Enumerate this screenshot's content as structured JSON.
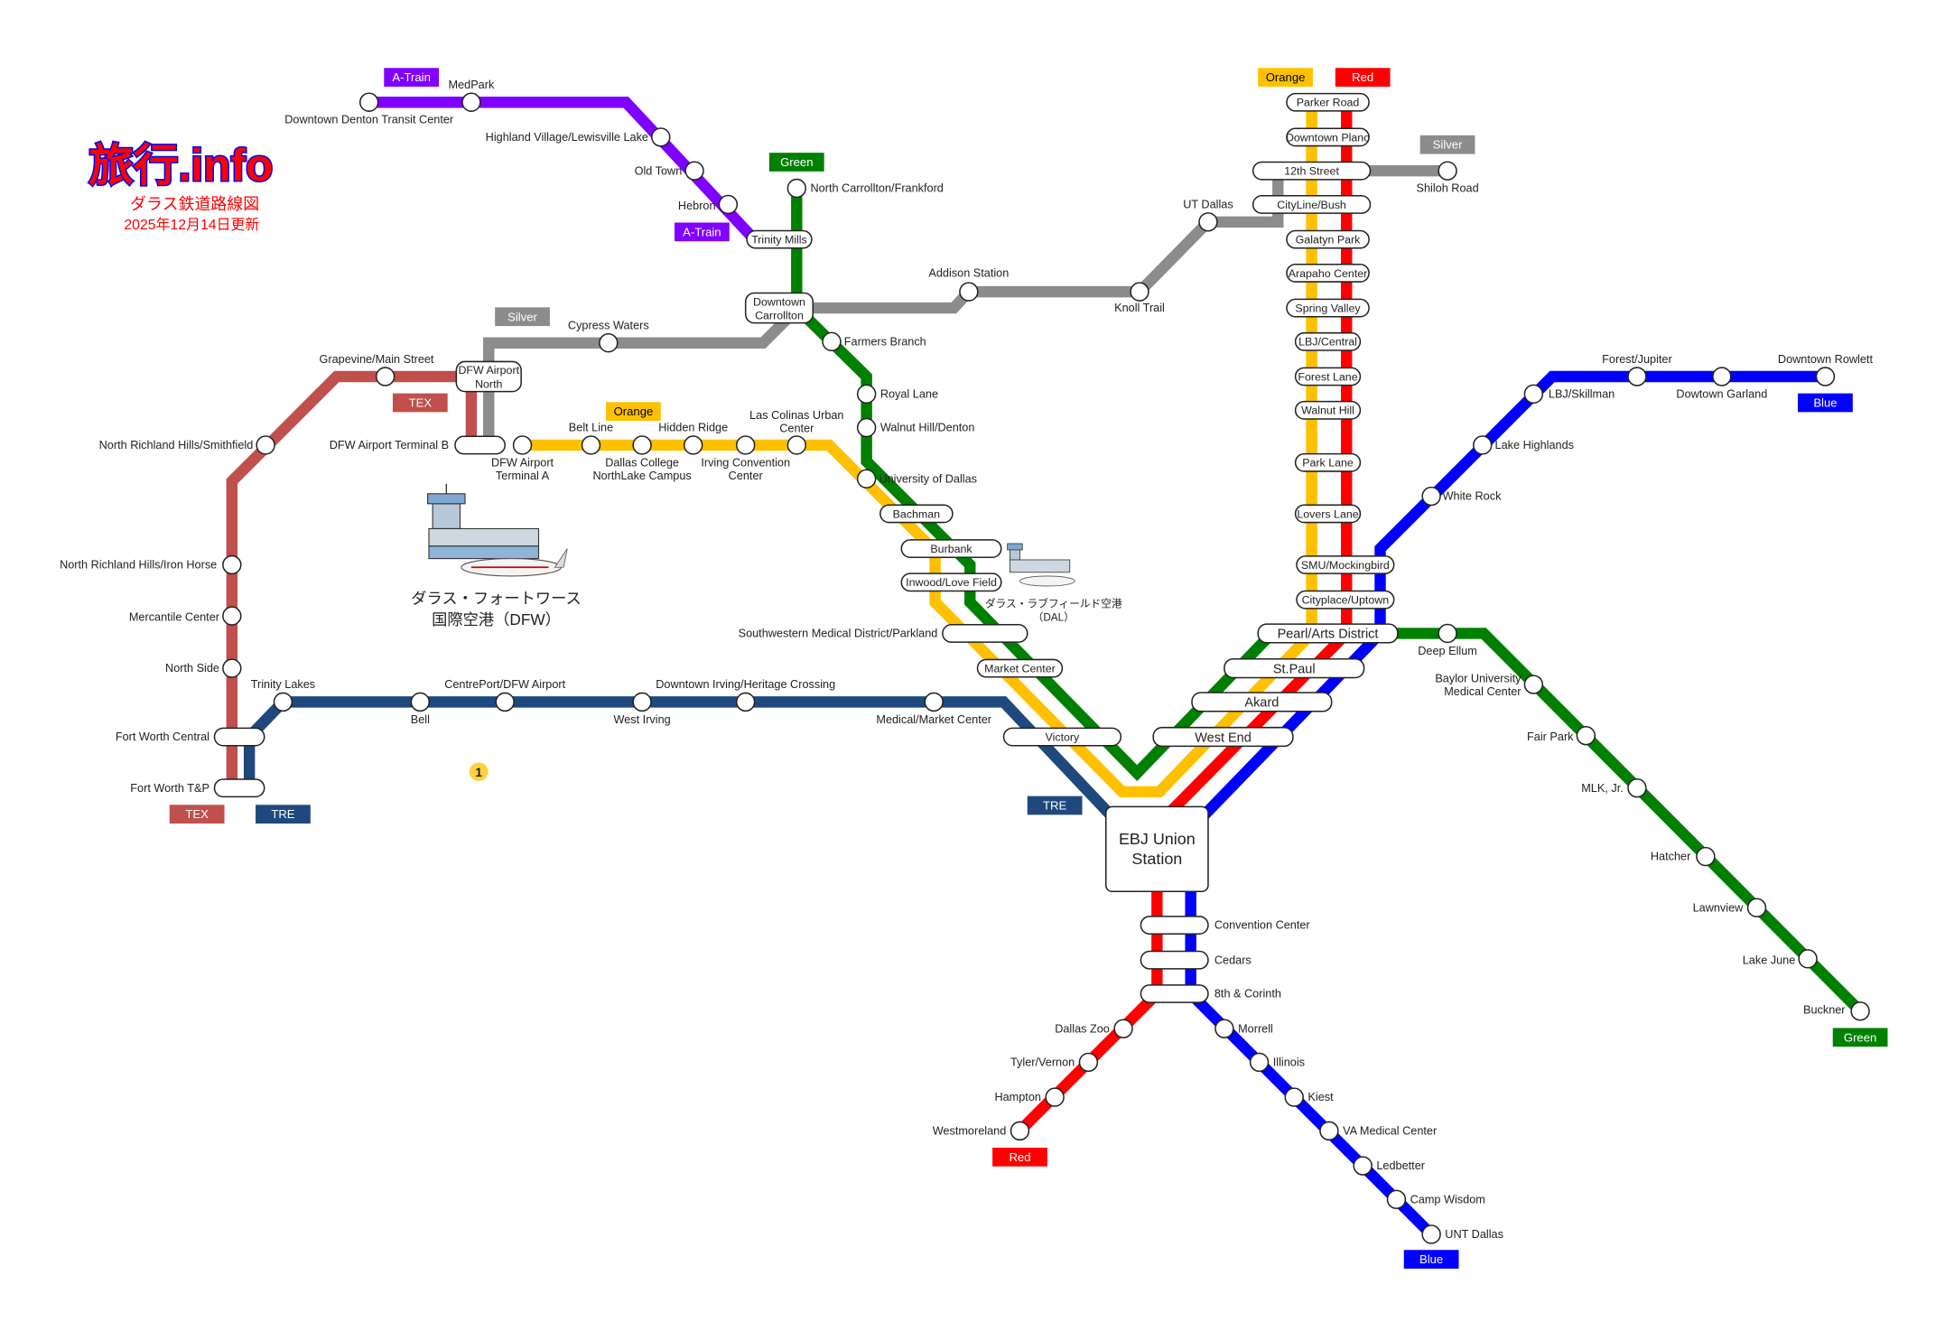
{
  "logo": {
    "brand": "旅行.info",
    "title": "ダラス鉄道路線図",
    "updated": "2025年12月14日更新"
  },
  "colors": {
    "atrain": "#8000FF",
    "green": "#008000",
    "orange": "#FFC000",
    "red": "#FF0000",
    "blue": "#0000FF",
    "silver": "#8C8C8C",
    "tex": "#C0504D",
    "tre": "#1F497D"
  },
  "badges": [
    {
      "label": "A-Train",
      "color": "#8000FF"
    },
    {
      "label": "A-Train",
      "color": "#8000FF"
    },
    {
      "label": "Green",
      "color": "#008000"
    },
    {
      "label": "Green",
      "color": "#008000"
    },
    {
      "label": "Silver",
      "color": "#8C8C8C"
    },
    {
      "label": "Silver",
      "color": "#8C8C8C"
    },
    {
      "label": "TEX",
      "color": "#C0504D"
    },
    {
      "label": "TEX",
      "color": "#C0504D"
    },
    {
      "label": "TRE",
      "color": "#1F497D"
    },
    {
      "label": "TRE",
      "color": "#1F497D"
    },
    {
      "label": "Orange",
      "color": "#FFC000"
    },
    {
      "label": "Orange",
      "color": "#FFC000"
    },
    {
      "label": "Red",
      "color": "#FF0000"
    },
    {
      "label": "Red",
      "color": "#FF0000"
    },
    {
      "label": "Blue",
      "color": "#0000FF"
    },
    {
      "label": "Blue",
      "color": "#0000FF"
    }
  ],
  "airports": {
    "dfw": [
      "ダラス・フォートワース",
      "国際空港（DFW）"
    ],
    "dal": [
      "ダラス・ラブフィールド空港",
      "（DAL）"
    ]
  },
  "marker": "1",
  "stations": {
    "dentontc": "Downtown Denton Transit Center",
    "medpark": "MedPark",
    "highland": "Highland Village/Lewisville Lake",
    "oldtown": "Old Town",
    "hebron": "Hebron",
    "trinitymills": "Trinity Mills",
    "ncarrollton": "North Carrollton/Frankford",
    "dtcarrollton": [
      "Downtown",
      "Carrollton"
    ],
    "farmers": "Farmers Branch",
    "royal": "Royal Lane",
    "walnutdenton": "Walnut Hill/Denton",
    "bachman": "Bachman",
    "burbank": "Burbank",
    "inwood": "Inwood/Love Field",
    "swmed": "Southwestern Medical District/Parkland",
    "marketcenter": "Market Center",
    "victory": "Victory",
    "westend": "West End",
    "akard": "Akard",
    "stpaul": "St.Paul",
    "pearl": "Pearl/Arts District",
    "deepellum": "Deep Ellum",
    "baylor": [
      "Baylor University",
      "Medical Center"
    ],
    "fairpark": "Fair Park",
    "mlk": "MLK, Jr.",
    "hatcher": "Hatcher",
    "lawnview": "Lawnview",
    "lakejune": "Lake June",
    "buckner": "Buckner",
    "dfwa": [
      "DFW Airport",
      "Terminal A"
    ],
    "beltline": "Belt Line",
    "dallascollege": [
      "Dallas College",
      "NorthLake Campus"
    ],
    "hiddenridge": "Hidden Ridge",
    "irvingconv": [
      "Irving Convention",
      "Center"
    ],
    "lascolinas": [
      "Las Colinas Urban",
      "Center"
    ],
    "udallas": "University of Dallas",
    "parker": "Parker Road",
    "plano": "Downtown Plano",
    "twelfth": "12th Street",
    "cityline": "CityLine/Bush",
    "galatyn": "Galatyn Park",
    "arapaho": "Arapaho Center",
    "spring": "Spring Valley",
    "lbjcentral": "LBJ/Central",
    "forestlane": "Forest Lane",
    "walnuthill": "Walnut Hill",
    "parklane": "Park Lane",
    "lovers": "Lovers Lane",
    "smu": "SMU/Mockingbird",
    "cityplace": "Cityplace/Uptown",
    "union": [
      "EBJ Union",
      "Station"
    ],
    "convention": "Convention Center",
    "cedars": "Cedars",
    "eighth": "8th & Corinth",
    "dallaszoo": "Dallas Zoo",
    "tyler": "Tyler/Vernon",
    "hampton": "Hampton",
    "westmoreland": "Westmoreland",
    "rowlett": "Downtown Rowlett",
    "garland": "Dowtown Garland",
    "forestjupiter": "Forest/Jupiter",
    "lbjskillman": "LBJ/Skillman",
    "lakehighlands": "Lake Highlands",
    "whiterock": "White Rock",
    "morrell": "Morrell",
    "illinois": "Illinois",
    "kiest": "Kiest",
    "vamedical": "VA Medical Center",
    "ledbetter": "Ledbetter",
    "campwisdom": "Camp Wisdom",
    "untdallas": "UNT Dallas",
    "shiloh": "Shiloh Road",
    "utdallas": "UT Dallas",
    "knoll": "Knoll Trail",
    "addison": "Addison Station",
    "cypress": "Cypress Waters",
    "dfwnorth": [
      "DFW Airport",
      "North"
    ],
    "terminalb": "DFW Airport Terminal B",
    "grapevine": "Grapevine/Main Street",
    "nrhsmith": "North Richland Hills/Smithfield",
    "ironhorse": "North Richland Hills/Iron Horse",
    "mercantile": "Mercantile Center",
    "northside": "North Side",
    "fwcentral": "Fort Worth Central",
    "fwtp": "Fort Worth T&P",
    "trinitylakes": "Trinity Lakes",
    "bell": "Bell",
    "centreport": "CentrePort/DFW Airport",
    "westirving": "West Irving",
    "dtirving": "Downtown Irving/Heritage Crossing",
    "medmarket": "Medical/Market Center"
  }
}
